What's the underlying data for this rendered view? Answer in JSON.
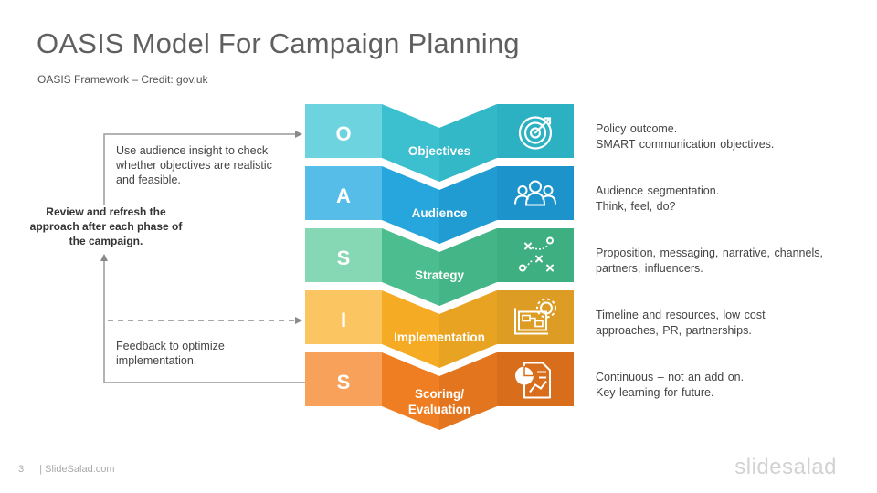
{
  "title": "OASIS Model For Campaign Planning",
  "subtitle": "OASIS Framework  – Credit: gov.uk",
  "left_notes": {
    "top": "Use audience insight to check whether objectives are realistic and feasible.",
    "center": "Review and refresh the approach after each phase of the campaign.",
    "bottom": "Feedback to optimize implementation."
  },
  "stages": [
    {
      "letter": "O",
      "label": "Objectives",
      "icon": "target-icon",
      "desc": [
        "Policy outcome.",
        "SMART communication objectives."
      ],
      "colors": {
        "light": "#6dd3df",
        "mid": "#3cc0cf",
        "dark": "#2bb1c2"
      }
    },
    {
      "letter": "A",
      "label": "Audience",
      "icon": "people-icon",
      "desc": [
        "Audience segmentation.",
        "Think, feel, do?"
      ],
      "colors": {
        "light": "#55bde8",
        "mid": "#26a6dc",
        "dark": "#1d93cb"
      }
    },
    {
      "letter": "S",
      "label": "Strategy",
      "icon": "strategy-play-icon",
      "desc": [
        "Proposition,  messaging, narrative, channels,",
        "partners, influencers."
      ],
      "colors": {
        "light": "#86d7b4",
        "mid": "#4cbd8e",
        "dark": "#3eaf80"
      }
    },
    {
      "letter": "I",
      "label": "Implementation",
      "icon": "process-gear-icon",
      "desc": [
        "Timeline and resources, low cost",
        "approaches, PR, partnerships."
      ],
      "colors": {
        "light": "#fbc561",
        "mid": "#f5ab23",
        "dark": "#dd9c23"
      }
    },
    {
      "letter": "S",
      "label": "Scoring/ Evaluation",
      "icon": "report-chart-icon",
      "desc": [
        "Continuous  – not an add on.",
        "Key learning  for future."
      ],
      "colors": {
        "light": "#f8a15a",
        "mid": "#ef7e22",
        "dark": "#d86d1b"
      }
    }
  ],
  "footer": {
    "page": "3",
    "site": "| SlideSalad.com"
  },
  "brand": "slidesalad"
}
